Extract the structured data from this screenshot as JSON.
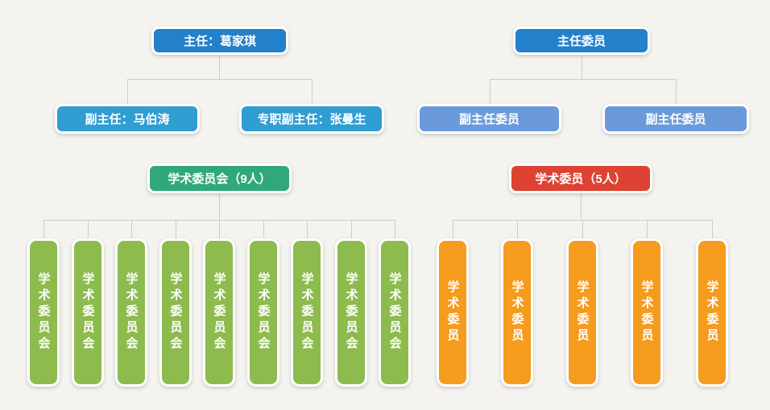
{
  "page": {
    "background_color": "#f4f3f0",
    "connector_color": "#cccccc"
  },
  "org_chart": {
    "admin_tree": {
      "root": {
        "label": "主任：葛家琪",
        "color": "#2380cb"
      },
      "children": [
        {
          "label": "副主任：马伯涛",
          "color": "#309dd3"
        },
        {
          "label": "专职副主任：张曼生",
          "color": "#309dd3"
        }
      ]
    },
    "committee_tree": {
      "root": {
        "label": "主任委员",
        "color": "#2380cb"
      },
      "children": [
        {
          "label": "副主任委员",
          "color": "#6a9ada"
        },
        {
          "label": "副主任委员",
          "color": "#6a9ada"
        }
      ]
    },
    "academic_committee_tree": {
      "root": {
        "label": "学术委员会（9人）",
        "color": "#31a77c"
      },
      "member_color": "#8dbb4e",
      "members": [
        "学术委员会",
        "学术委员会",
        "学术委员会",
        "学术委员会",
        "学术委员会",
        "学术委员会",
        "学术委员会",
        "学术委员会",
        "学术委员会"
      ]
    },
    "academic_member_tree": {
      "root": {
        "label": "学术委员（5人）",
        "color": "#dd4233"
      },
      "member_color": "#f59b1e",
      "members": [
        "学术委员",
        "学术委员",
        "学术委员",
        "学术委员",
        "学术委员"
      ]
    }
  }
}
